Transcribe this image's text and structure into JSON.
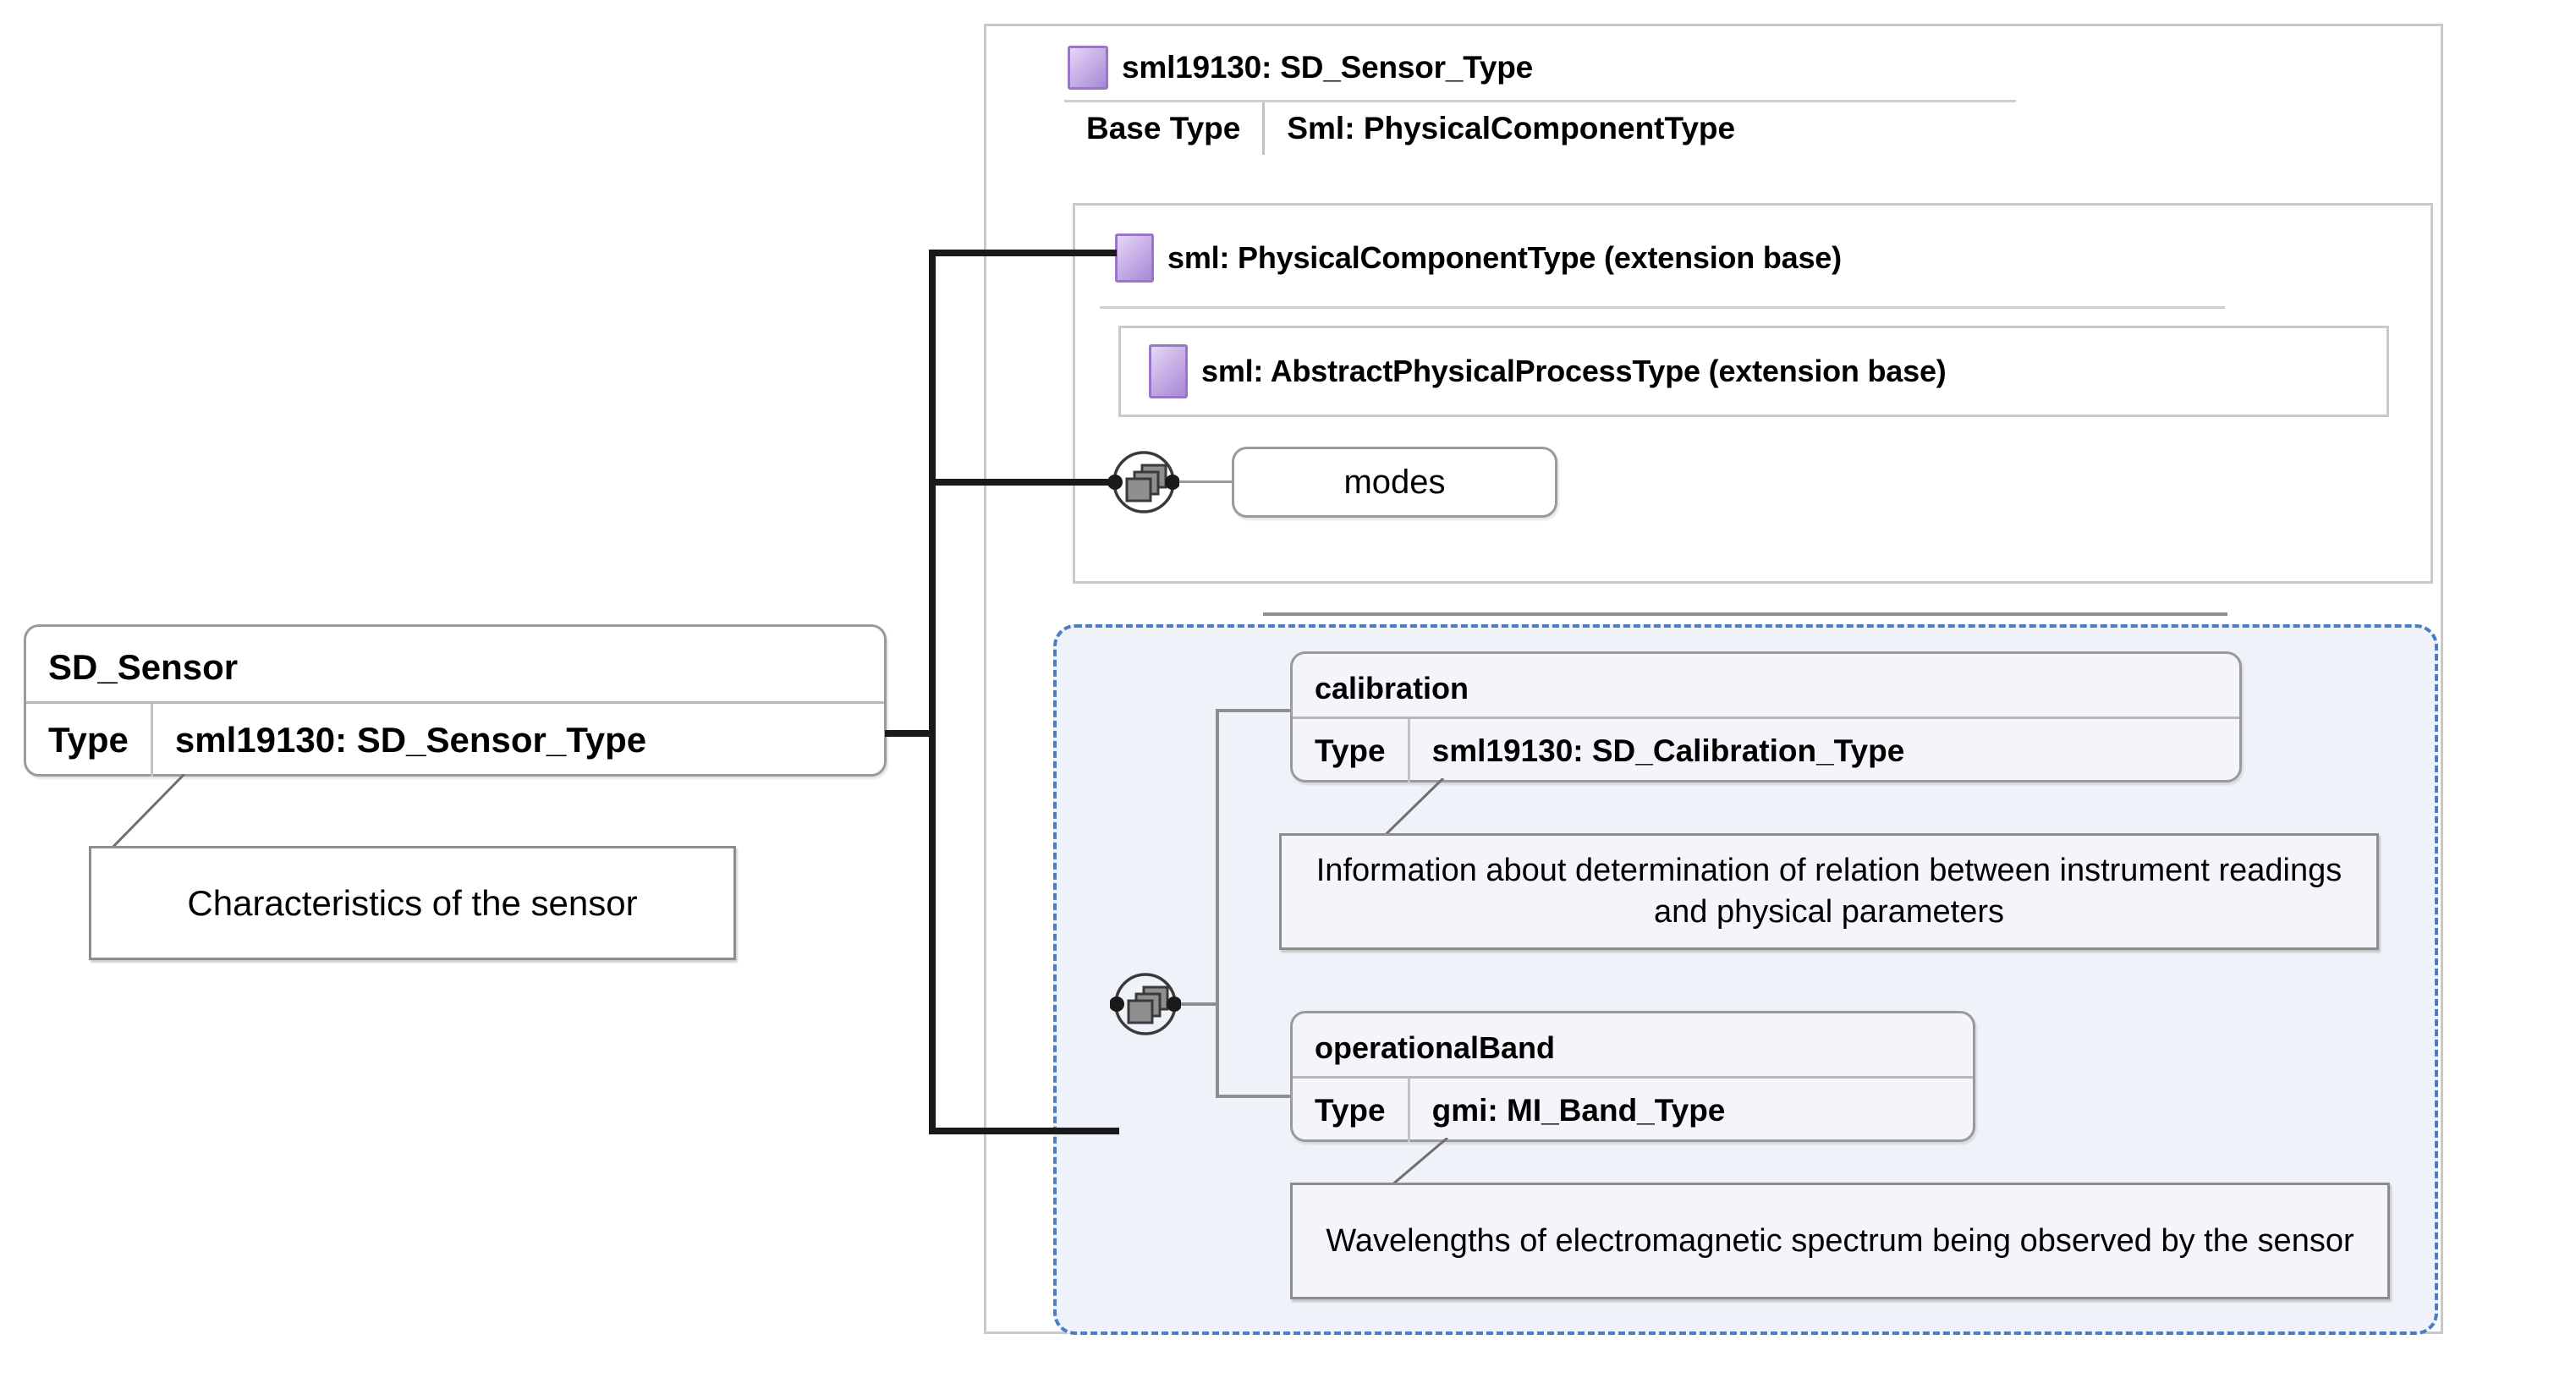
{
  "diagram": {
    "title": "SD_Sensor XML schema element diagram",
    "colors": {
      "dashed_group_border": "#4a7ec4",
      "dashed_group_fill": "#eff2f8",
      "type_icon_purple": "#a888d8",
      "connector_black": "#1a1a1a",
      "connector_gray": "#8e8e8e",
      "box_border_gray": "#9a9a9a"
    }
  },
  "left_element": {
    "name": "SD_Sensor",
    "type_key": "Type",
    "type_value": "sml19130: SD_Sensor_Type",
    "documentation": "Characteristics of the sensor"
  },
  "root_type": {
    "icon": "complex-type-icon",
    "name": "sml19130: SD_Sensor_Type",
    "base_key": "Base Type",
    "base_value": "Sml: PhysicalComponentType"
  },
  "extension_bases": [
    {
      "icon": "complex-type-icon",
      "label": "sml: PhysicalComponentType (extension base)"
    },
    {
      "icon": "complex-type-icon",
      "label": "sml: AbstractPhysicalProcessType (extension base)"
    }
  ],
  "inherited_sequence": {
    "icon": "sequence-compositor-icon",
    "elements": [
      {
        "name": "modes"
      }
    ]
  },
  "own_sequence": {
    "icon": "sequence-compositor-icon",
    "elements": [
      {
        "name": "calibration",
        "type_key": "Type",
        "type_value": "sml19130: SD_Calibration_Type",
        "documentation": "Information about determination of relation between instrument readings and physical parameters"
      },
      {
        "name": "operationalBand",
        "type_key": "Type",
        "type_value": "gmi: MI_Band_Type",
        "documentation": "Wavelengths of electromagnetic spectrum being observed by the sensor"
      }
    ]
  }
}
